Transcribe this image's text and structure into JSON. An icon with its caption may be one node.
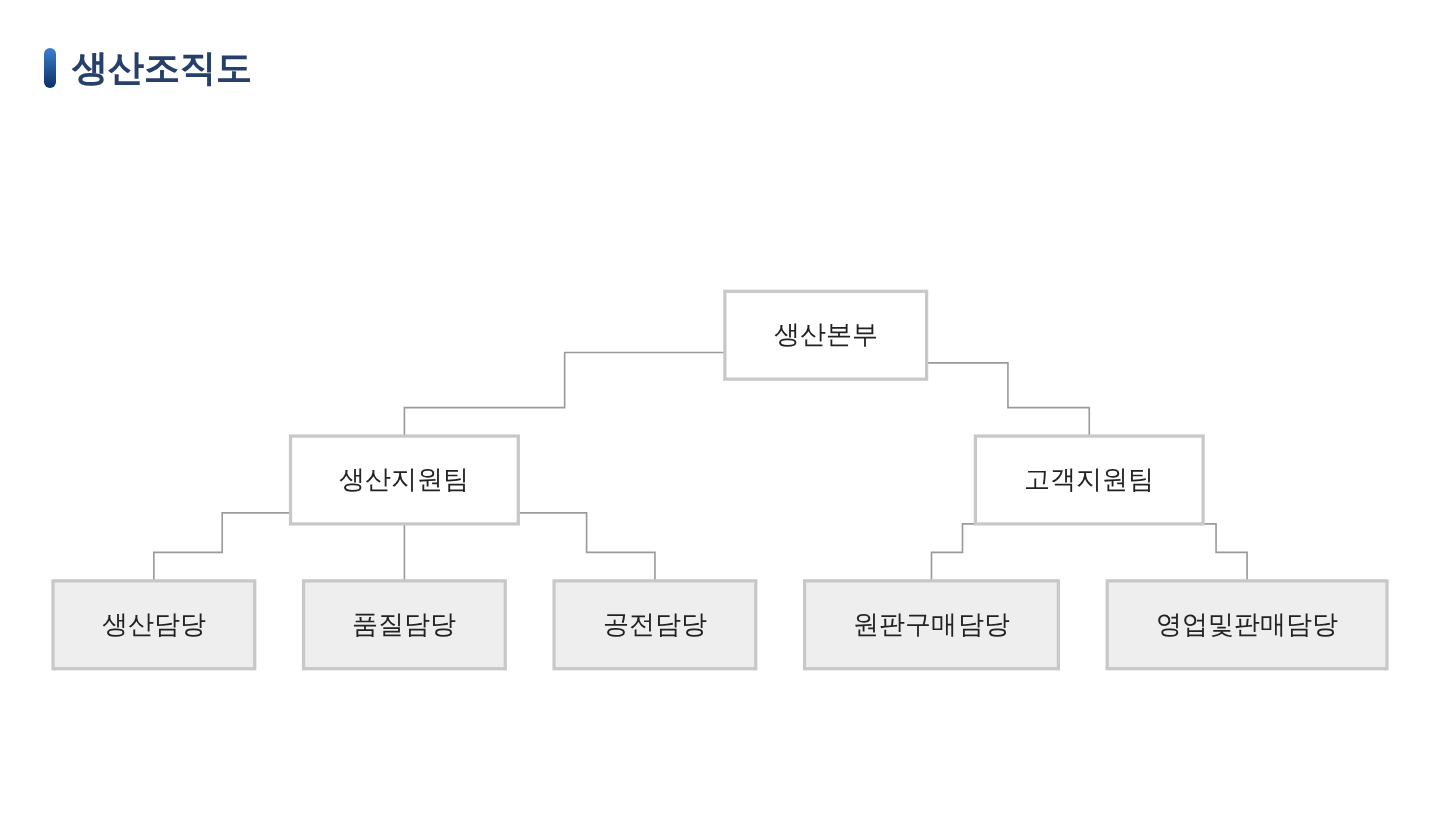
{
  "diagram": {
    "title": "생산조직도",
    "nodes": [
      {
        "text": [
          "생산본부"
        ]
      },
      {
        "text": [
          "생산지원팀"
        ]
      },
      {
        "text": [
          "고객지원팀"
        ]
      },
      {
        "text": [
          "생산담당"
        ]
      },
      {
        "text": [
          "품질담당"
        ]
      },
      {
        "text": [
          "공전담당"
        ]
      },
      {
        "text": [
          "원판구매담당"
        ]
      },
      {
        "text": [
          "영업및판매담당"
        ]
      }
    ],
    "edges": [
      {
        "from": 0,
        "to": 1,
        "arrow": "none"
      },
      {
        "from": 0,
        "to": 2,
        "arrow": "none"
      },
      {
        "from": 1,
        "to": 3,
        "arrow": "none"
      },
      {
        "from": 1,
        "to": 4,
        "arrow": "none"
      },
      {
        "from": 1,
        "to": 5,
        "arrow": "none"
      },
      {
        "from": 2,
        "to": 6,
        "arrow": "none"
      },
      {
        "from": 2,
        "to": 7,
        "arrow": "none"
      }
    ]
  }
}
